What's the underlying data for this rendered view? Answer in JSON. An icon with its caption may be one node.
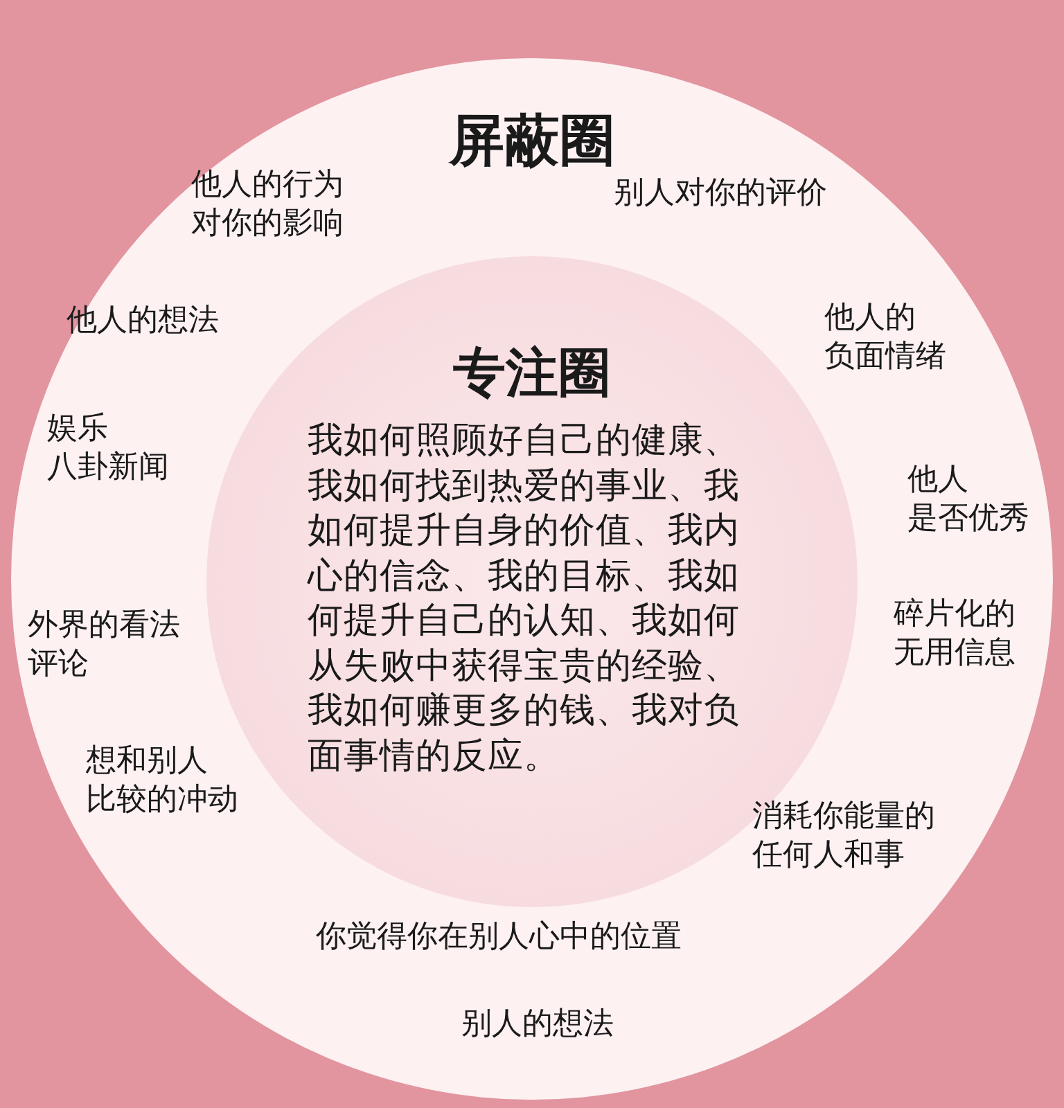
{
  "diagram": {
    "nodes": [
      {
        "text": [
          "屏蔽圈"
        ]
      },
      {
        "text": [
          "专注圈",
          "我如何照顾好自己的健康、我如何找到热爱的事业、我如何提升自身的价值、我内心的信念、我的目标、我如何提升自己的认知、我如何从失败中获得宝贵的经验、我如何赚更多的钱、我对负面事情的反应。"
        ],
        "in": 0
      }
    ],
    "labels": [
      "他人的行为对你的影响",
      "别人对你的评价",
      "他人的负面情绪",
      "他人的想法",
      "娱乐八卦新闻",
      "他人是否优秀",
      "碎片化的无用信息",
      "外界的看法评论",
      "想和别人比较的冲动",
      "消耗你能量的任何人和事",
      "你觉得你在别人心中的位置",
      "别人的想法"
    ]
  }
}
